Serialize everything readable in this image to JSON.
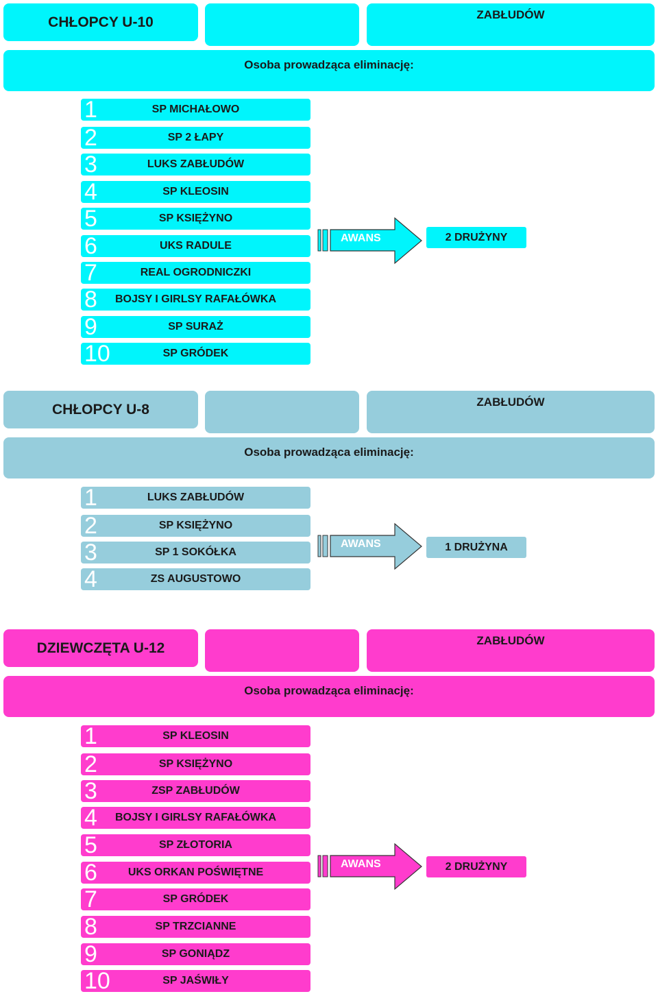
{
  "colors": {
    "cyan": "#00f5fc",
    "blue": "#96cddc",
    "pink": "#ff3ccd"
  },
  "sections": [
    {
      "category": "CHŁOPCY U-10",
      "city": "ZABŁUDÓW",
      "lead_label": "Osoba prowadząca eliminację:",
      "teams": [
        {
          "num": "1",
          "name": "SP MICHAŁOWO"
        },
        {
          "num": "2",
          "name": "SP 2 ŁAPY"
        },
        {
          "num": "3",
          "name": "LUKS ZABŁUDÓW"
        },
        {
          "num": "4",
          "name": "SP KLEOSIN"
        },
        {
          "num": "5",
          "name": "SP KSIĘŻYNO"
        },
        {
          "num": "6",
          "name": "UKS RADULE"
        },
        {
          "num": "7",
          "name": "REAL OGRODNICZKI"
        },
        {
          "num": "8",
          "name": "BOJSY I GIRLSY RAFAŁÓWKA"
        },
        {
          "num": "9",
          "name": "SP SURAŻ"
        },
        {
          "num": "10",
          "name": "SP GRÓDEK"
        }
      ],
      "awans_label": "AWANS",
      "result": "2 DRUŻYNY"
    },
    {
      "category": "CHŁOPCY U-8",
      "city": "ZABŁUDÓW",
      "lead_label": "Osoba prowadząca eliminację:",
      "teams": [
        {
          "num": "1",
          "name": "LUKS ZABŁUDÓW"
        },
        {
          "num": "2",
          "name": "SP KSIĘŻYNO"
        },
        {
          "num": "3",
          "name": "SP 1 SOKÓŁKA"
        },
        {
          "num": "4",
          "name": "ZS AUGUSTOWO"
        }
      ],
      "awans_label": "AWANS",
      "result": "1 DRUŻYNA"
    },
    {
      "category": "DZIEWCZĘTA U-12",
      "city": "ZABŁUDÓW",
      "lead_label": "Osoba prowadząca eliminację:",
      "teams": [
        {
          "num": "1",
          "name": "SP KLEOSIN"
        },
        {
          "num": "2",
          "name": "SP KSIĘŻYNO"
        },
        {
          "num": "3",
          "name": "ZSP ZABŁUDÓW"
        },
        {
          "num": "4",
          "name": "BOJSY I GIRLSY RAFAŁÓWKA"
        },
        {
          "num": "5",
          "name": "SP ZŁOTORIA"
        },
        {
          "num": "6",
          "name": "UKS ORKAN POŚWIĘTNE"
        },
        {
          "num": "7",
          "name": "SP GRÓDEK"
        },
        {
          "num": "8",
          "name": "SP TRZCIANNE"
        },
        {
          "num": "9",
          "name": "SP GONIĄDZ"
        },
        {
          "num": "10",
          "name": "SP JAŚWIŁY"
        }
      ],
      "awans_label": "AWANS",
      "result": "2 DRUŻYNY"
    }
  ]
}
